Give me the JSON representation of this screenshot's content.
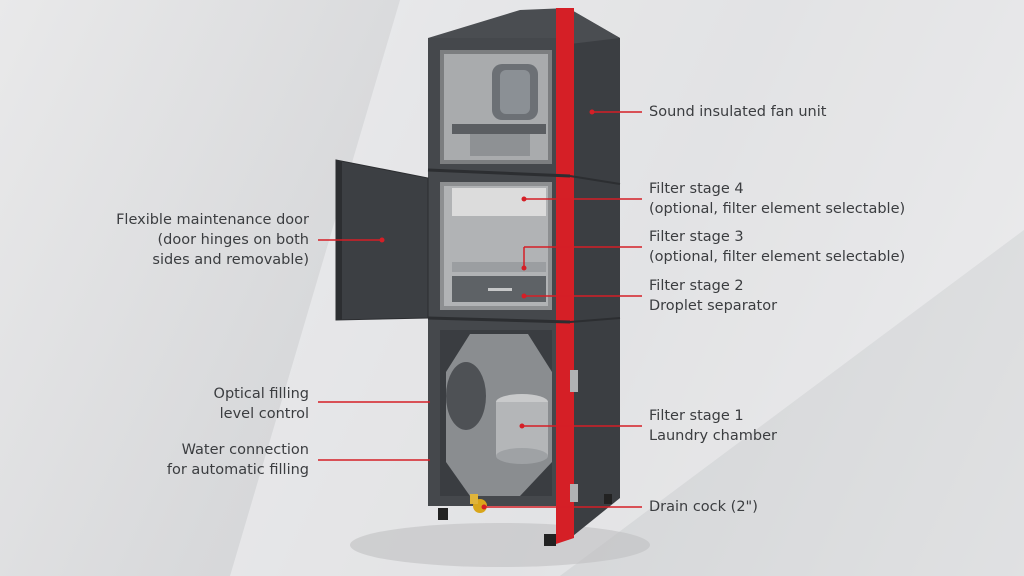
{
  "colors": {
    "cabinet": "#3f4246",
    "cabinet_dark": "#2f3235",
    "accent_red": "#d51f26",
    "leader_line": "#d51f26",
    "text": "#3b3d40"
  },
  "callouts": {
    "fan_unit": {
      "line1": "Sound insulated fan unit"
    },
    "filter4": {
      "line1": "Filter stage 4",
      "line2": "(optional, filter element selectable)"
    },
    "filter3": {
      "line1": "Filter stage 3",
      "line2": "(optional, filter element selectable)"
    },
    "filter2": {
      "line1": "Filter stage 2",
      "line2": "Droplet separator"
    },
    "filter1": {
      "line1": "Filter stage 1",
      "line2": "Laundry chamber"
    },
    "drain": {
      "line1": "Drain cock (2\")"
    },
    "door": {
      "line1": "Flexible maintenance door",
      "line2": "(door hinges on both",
      "line3": "sides and removable)"
    },
    "optical": {
      "line1": "Optical filling",
      "line2": "level control"
    },
    "water": {
      "line1": "Water connection",
      "line2": "for automatic filling"
    }
  }
}
